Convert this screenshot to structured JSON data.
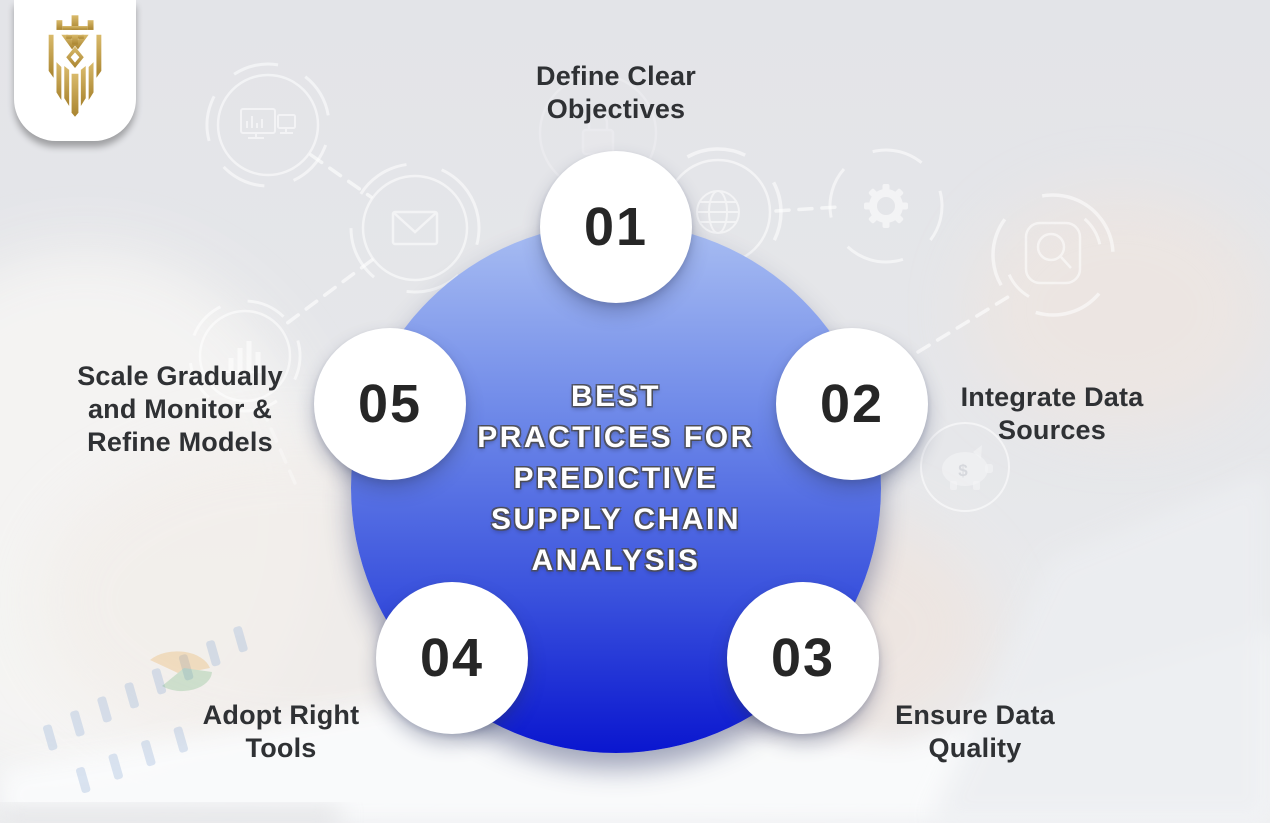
{
  "infographic": {
    "center_title": "BEST\nPRACTICES FOR\nPREDICTIVE\nSUPPLY CHAIN\nANALYSIS",
    "steps": [
      {
        "number": "01",
        "label": "Define Clear\nObjectives",
        "position": "top"
      },
      {
        "number": "02",
        "label": "Integrate Data\nSources",
        "position": "right"
      },
      {
        "number": "03",
        "label": "Ensure Data\nQuality",
        "position": "bottom-right"
      },
      {
        "number": "04",
        "label": "Adopt Right\nTools",
        "position": "bottom-left"
      },
      {
        "number": "05",
        "label": "Scale Gradually\nand Monitor &\nRefine Models",
        "position": "left"
      }
    ]
  },
  "icons": {
    "piggy_symbol": "$",
    "background_icon_names": [
      "analytics-dashboard-icon",
      "envelope-icon",
      "bar-chart-icon",
      "padlock-icon",
      "globe-icon",
      "gear-icon",
      "magnifier-icon",
      "piggy-bank-icon"
    ]
  },
  "colors": {
    "center_circle_top": "#a9bef2",
    "center_circle_bottom": "#0a16cf",
    "step_number": "#262626",
    "label_text": "#2f3134",
    "logo_gold": "#c09a43",
    "canvas_background": "#e5e6ea",
    "hud_icon_white": "#ffffff"
  }
}
